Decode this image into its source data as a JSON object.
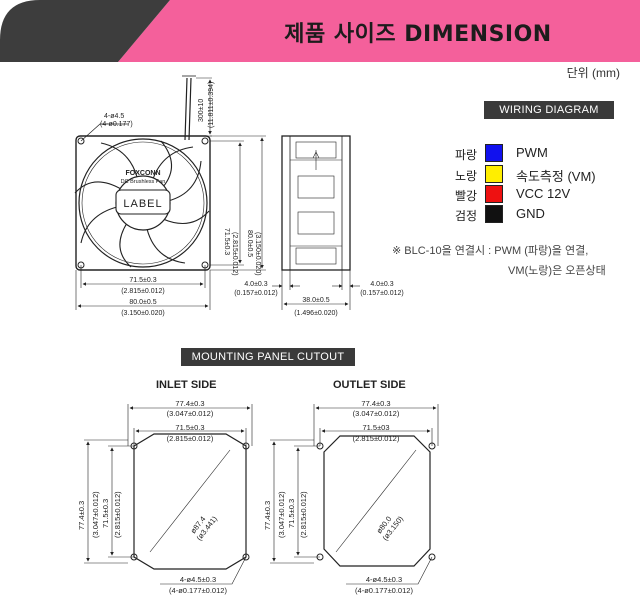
{
  "header": {
    "title": "제품 사이즈  DIMENSION",
    "accent_color": "#f4609b",
    "dark_color": "#3d3d3d"
  },
  "unit": "단위 (mm)",
  "wiring": {
    "heading": "WIRING DIAGRAM",
    "wires": [
      {
        "korean": "파랑",
        "color": "#1111ee",
        "label": "PWM"
      },
      {
        "korean": "노랑",
        "color": "#ffee00",
        "label": "속도측정 (VM)"
      },
      {
        "korean": "빨강",
        "color": "#ee1111",
        "label": "VCC 12V"
      },
      {
        "korean": "검정",
        "color": "#111111",
        "label": "GND"
      }
    ],
    "note_line1": "※ BLC-10을 연결시 :  PWM (파랑)을 연결,",
    "note_line2": "VM(노랑)은 오픈상태"
  },
  "fan_front": {
    "brand": "FOXCONN",
    "brand_sub": "DC Brushless Fan",
    "label": "LABEL",
    "hole_dim": "4-ø4.5",
    "hole_dim_in": "(4-ø0.177)",
    "lead_dim": "300±10",
    "lead_dim_in": "(11.811±0.394)",
    "inner_height": "71.5±0.3",
    "inner_height_in": "(2.815±0.012)",
    "outer_height": "80.0±0.5",
    "outer_height_in": "(3.150±0.020)",
    "inner_width": "71.5±0.3",
    "inner_width_in": "(2.815±0.012)",
    "outer_width": "80.0±0.5",
    "outer_width_in": "(3.150±0.020)"
  },
  "fan_side": {
    "flange_left": "4.0±0.3",
    "flange_left_in": "(0.157±0.012)",
    "flange_right": "4.0±0.3",
    "flange_right_in": "(0.157±0.012)",
    "depth": "38.0±0.5",
    "depth_in": "(1.496±0.020)"
  },
  "mounting": {
    "heading": "MOUNTING PANEL CUTOUT",
    "inlet": {
      "title": "INLET SIDE",
      "outer_w": "77.4±0.3",
      "outer_w_in": "(3.047±0.012)",
      "inner_w": "71.5±0.3",
      "inner_w_in": "(2.815±0.012)",
      "outer_h": "77.4±0.3",
      "outer_h_in": "(3.047±0.012)",
      "inner_h": "71.5±0.3",
      "inner_h_in": "(2.815±0.012)",
      "diameter": "ø87.4",
      "diameter_in": "(ø3.441)",
      "holes": "4-ø4.5±0.3",
      "holes_in": "(4-ø0.177±0.012)"
    },
    "outlet": {
      "title": "OUTLET SIDE",
      "outer_w": "77.4±0.3",
      "outer_w_in": "(3.047±0.012)",
      "inner_w": "71.5±03",
      "inner_w_in": "(2.815±0.012)",
      "outer_h": "77.4±0.3",
      "outer_h_in": "(3.047±0.012)",
      "inner_h": "71.5±0.3",
      "inner_h_in": "(2.815±0.012)",
      "diameter": "ø80.0",
      "diameter_in": "(ø3.150)",
      "holes": "4-ø4.5±0.3",
      "holes_in": "(4-ø0.177±0.012)"
    }
  }
}
